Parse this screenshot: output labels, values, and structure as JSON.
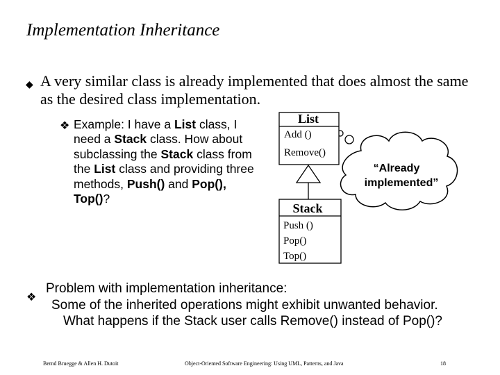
{
  "slide": {
    "title": "Implementation Inheritance",
    "bullet1": {
      "marker": "◆",
      "text": "A very similar class is already implemented that does almost the same as the desired class implementation."
    },
    "subbullet": {
      "marker": "❖",
      "parts": [
        {
          "text": "Example: I have a ",
          "bold": false
        },
        {
          "text": "List",
          "bold": true
        },
        {
          "text": " class, I need a ",
          "bold": false
        },
        {
          "text": "Stack",
          "bold": true
        },
        {
          "text": " class. How about subclassing the ",
          "bold": false
        },
        {
          "text": "Stack",
          "bold": true
        },
        {
          "text": " class from the ",
          "bold": false
        },
        {
          "text": "List",
          "bold": true
        },
        {
          "text": " class and providing three methods, ",
          "bold": false
        },
        {
          "text": "Push()",
          "bold": true
        },
        {
          "text": " and ",
          "bold": false
        },
        {
          "text": "Pop(), Top()",
          "bold": true
        },
        {
          "text": "?",
          "bold": false
        }
      ]
    },
    "bullet2": {
      "marker": "❖",
      "lines": [
        "Problem with implementation inheritance:",
        "Some of the inherited operations might exhibit unwanted behavior.",
        "What happens if the Stack user calls Remove() instead of Pop()?"
      ]
    },
    "footer": {
      "authors": "Bernd Bruegge & Allen H. Dutoit",
      "book": "Object-Oriented Software Engineering: Using UML, Patterns, and Java",
      "page": "18"
    }
  },
  "diagram": {
    "list_class": {
      "name": "List",
      "operations": [
        "Add ()",
        "Remove()"
      ]
    },
    "stack_class": {
      "name": "Stack",
      "operations": [
        "Push ()",
        "Pop()",
        "Top()"
      ]
    },
    "cloud": {
      "lines": [
        "“Already",
        "implemented”"
      ]
    }
  }
}
